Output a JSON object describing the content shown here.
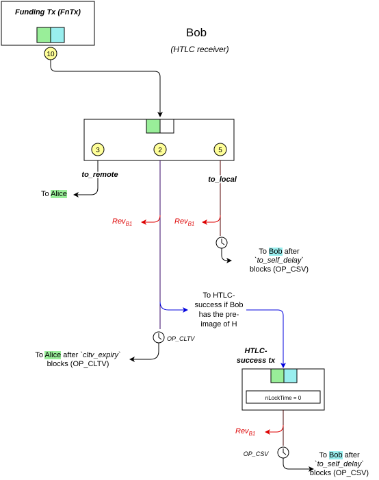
{
  "title": "Bob",
  "subtitle": "(HTLC receiver)",
  "funding_tx": {
    "label": "Funding Tx (FnTx)",
    "output_num": "10"
  },
  "commitment_tx": {
    "outputs": [
      {
        "num": "3",
        "name": "to_remote"
      },
      {
        "num": "2",
        "name": ""
      },
      {
        "num": "5",
        "name": "to_local"
      }
    ]
  },
  "destinations": {
    "to_alice_prefix": "To ",
    "alice": "Alice",
    "rev_b1_main": "Rev",
    "rev_sub": "B1",
    "bob_after_delay": {
      "line1_prefix": "To ",
      "bob": "Bob",
      "line1_suffix": " after",
      "line2": "`to_self_delay`",
      "line3": "blocks (OP_CSV)"
    },
    "htlc_success_note": {
      "l1": "To HTLC-",
      "l2": "success if Bob",
      "l3": "has the pre-",
      "l4": "image of H"
    },
    "alice_after_cltv": {
      "line1_prefix": "To ",
      "alice": "Alice",
      "line1_mid": " after `",
      "cltv": "cltv_expiry",
      "line1_end": "`",
      "line2": "blocks (OP_CLTV)"
    },
    "op_cltv": "OP_CLTV",
    "htlc_success_tx_label": {
      "l1": "HTLC-",
      "l2": "success tx"
    },
    "nlocktime": "nLockTime = 0",
    "op_csv": "OP_CSV",
    "bob_after_delay_2": {
      "line1_prefix": "To ",
      "bob": "Bob",
      "line1_suffix": " after",
      "line2": "`to_self_delay`",
      "line3": "blocks (OP_CSV)"
    }
  },
  "colors": {
    "green": "#99ee99",
    "cyan": "#99eeee",
    "circle_fill": "#ffff99",
    "red": "#dd0000",
    "blue": "#0000dd",
    "dark_purple": "#330066",
    "dark_red": "#440000"
  }
}
